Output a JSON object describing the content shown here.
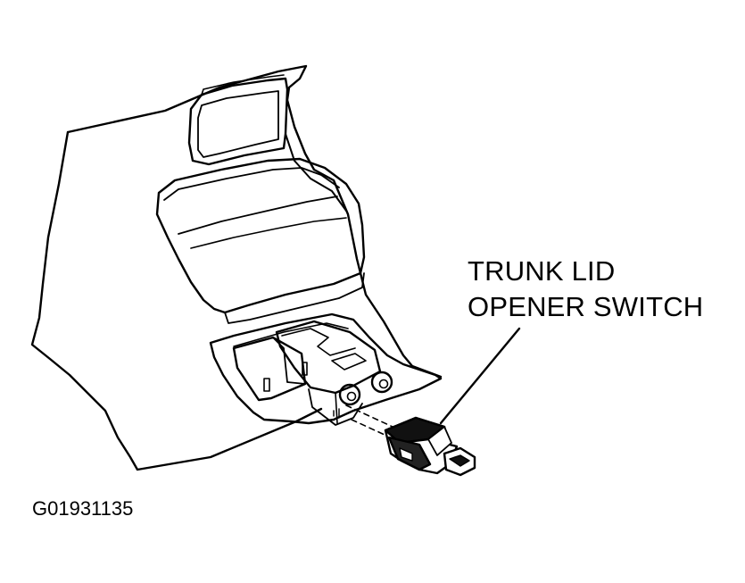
{
  "callout": {
    "line1": "TRUNK LID",
    "line2": "OPENER SWITCH"
  },
  "figure_id": "G01931135"
}
